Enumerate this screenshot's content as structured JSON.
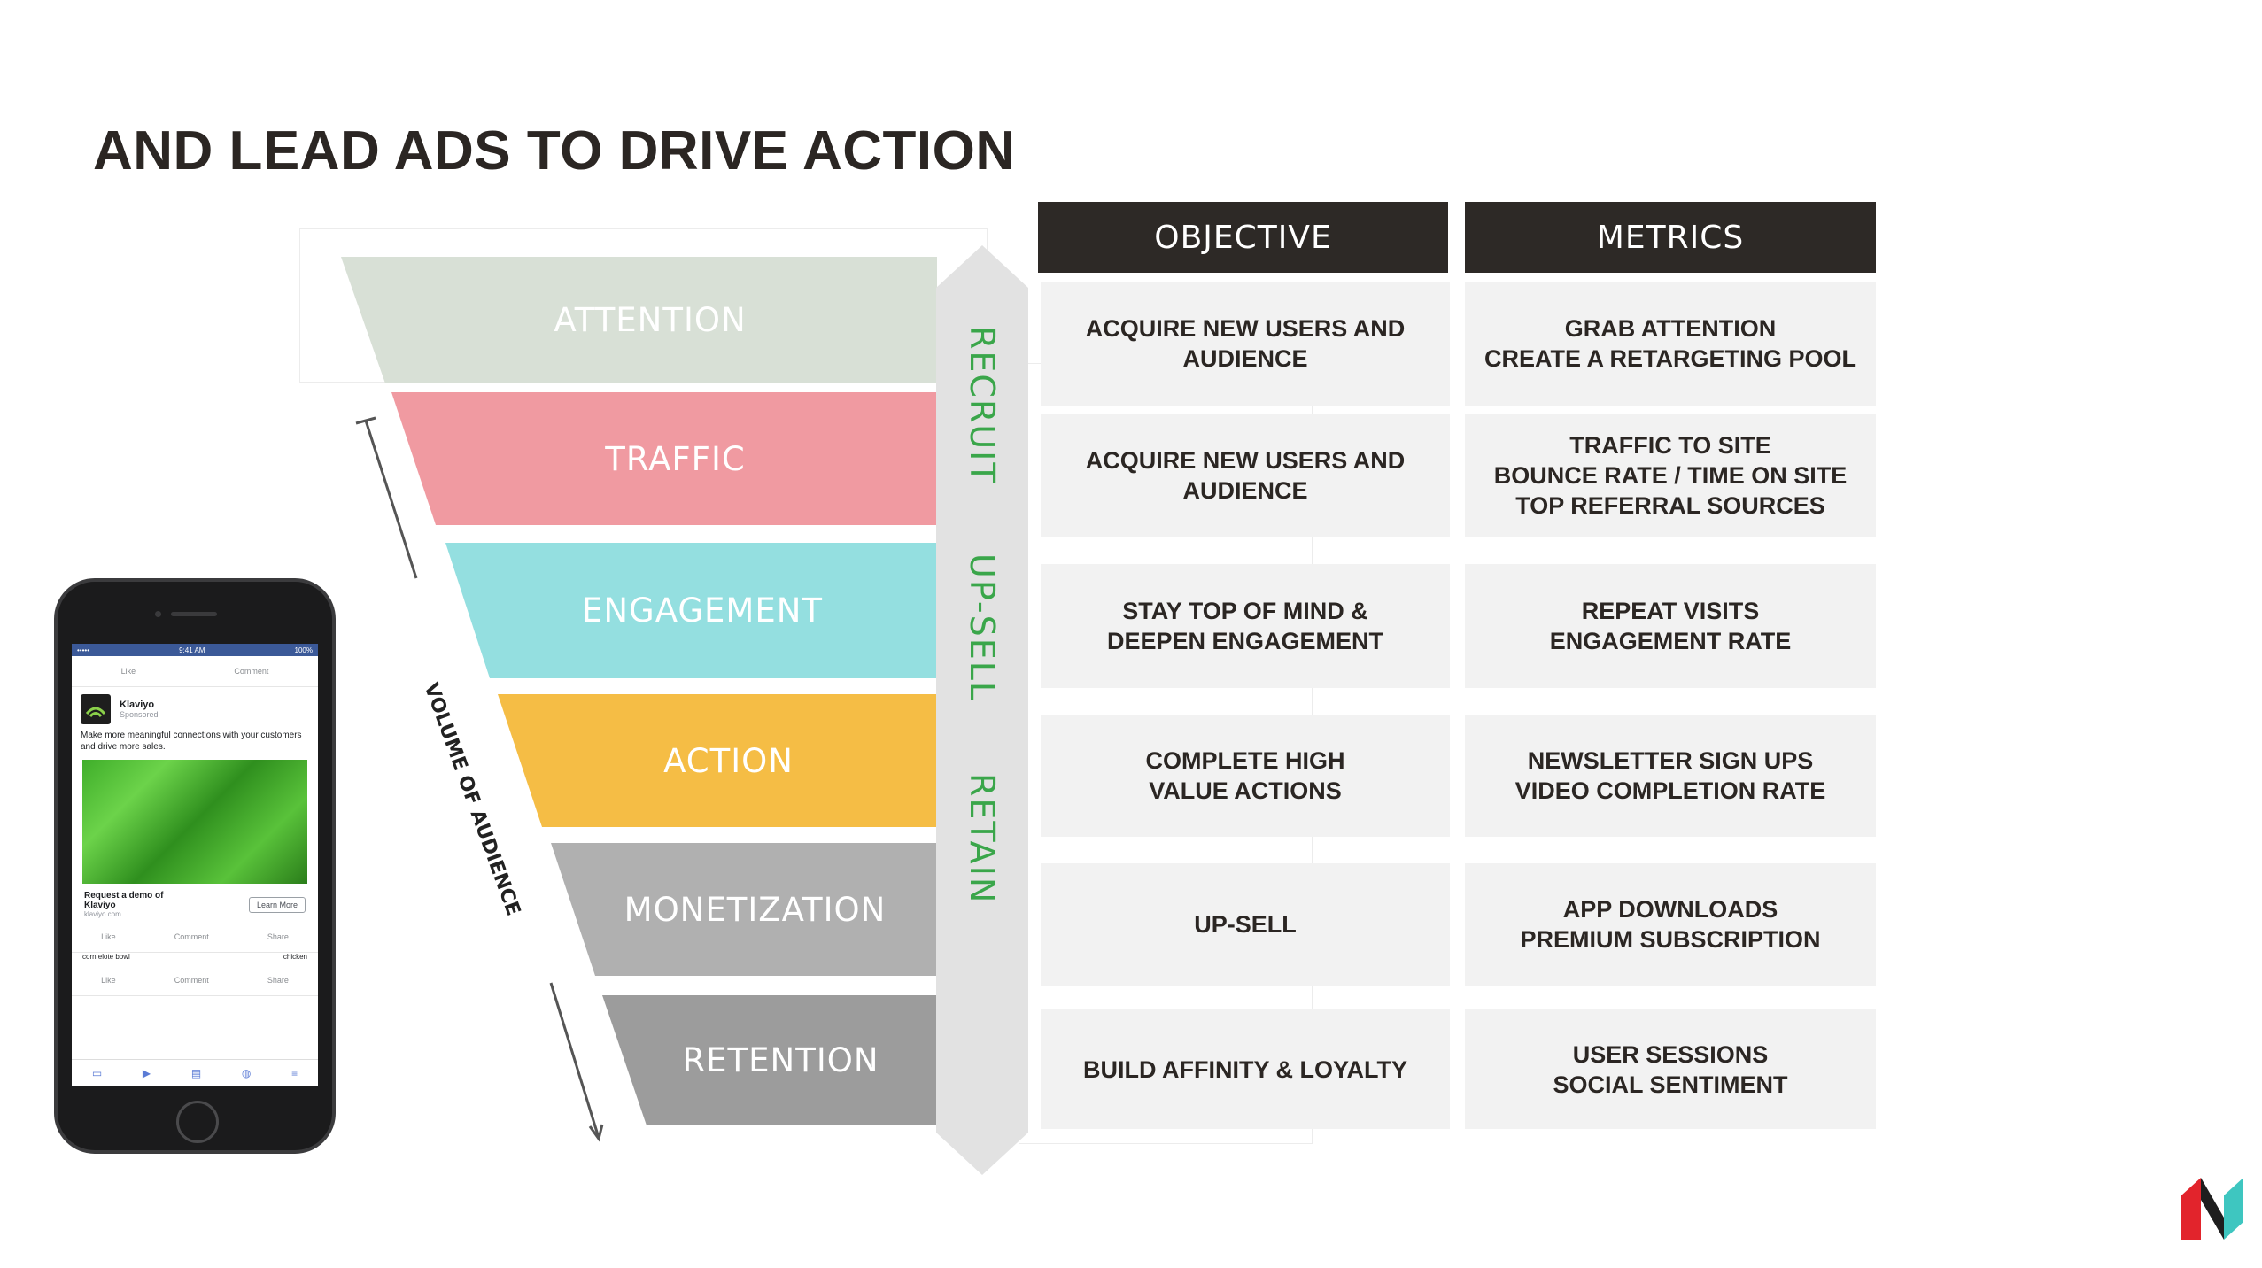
{
  "page": {
    "title": "AND LEAD ADS TO DRIVE ACTION"
  },
  "funnel": {
    "stages": [
      {
        "label": "ATTENTION",
        "color": "#d8e0d6"
      },
      {
        "label": "TRAFFIC",
        "color": "#f09aa1"
      },
      {
        "label": "ENGAGEMENT",
        "color": "#94dfe0"
      },
      {
        "label": "ACTION",
        "color": "#f5bd45"
      },
      {
        "label": "MONETIZATION",
        "color": "#b0b0b0"
      },
      {
        "label": "RETENTION",
        "color": "#9c9c9c"
      }
    ],
    "side_labels": [
      "RECRUIT",
      "UP-SELL",
      "RETAIN"
    ],
    "side_label_color": "#3aa64a",
    "volume_label": "VOLUME OF AUDIENCE"
  },
  "table": {
    "headers": {
      "objective": "OBJECTIVE",
      "metrics": "METRICS"
    },
    "rows": [
      {
        "objective": [
          "ACQUIRE NEW USERS AND",
          "AUDIENCE"
        ],
        "metrics": [
          "GRAB ATTENTION",
          "CREATE A RETARGETING POOL"
        ]
      },
      {
        "objective": [
          "ACQUIRE NEW USERS AND",
          "AUDIENCE"
        ],
        "metrics": [
          "TRAFFIC TO SITE",
          "BOUNCE RATE / TIME ON SITE",
          "TOP REFERRAL SOURCES"
        ]
      },
      {
        "objective": [
          "STAY TOP OF MIND &",
          "DEEPEN ENGAGEMENT"
        ],
        "metrics": [
          "REPEAT VISITS",
          "ENGAGEMENT RATE"
        ]
      },
      {
        "objective": [
          "COMPLETE HIGH",
          "VALUE ACTIONS"
        ],
        "metrics": [
          "NEWSLETTER SIGN UPS",
          "VIDEO COMPLETION RATE"
        ]
      },
      {
        "objective": [
          "UP-SELL"
        ],
        "metrics": [
          "APP DOWNLOADS",
          "PREMIUM SUBSCRIPTION"
        ]
      },
      {
        "objective": [
          "BUILD AFFINITY & LOYALTY"
        ],
        "metrics": [
          "USER SESSIONS",
          "SOCIAL SENTIMENT"
        ]
      }
    ]
  },
  "phone": {
    "status_time": "9:41 AM",
    "status_carrier": "•••••",
    "status_battery": "100%",
    "top_actions": [
      "Like",
      "Comment"
    ],
    "advertiser": "Klaviyo",
    "sponsored": "Sponsored",
    "post_text": "Make more meaningful connections with your customers and drive more sales.",
    "cta_text": "Request a demo of Klaviyo",
    "cta_url": "klaviyo.com",
    "cta_button": "Learn More",
    "actions": [
      "Like",
      "Comment",
      "Share"
    ],
    "next_post_left": "corn elote bowl",
    "next_post_right": "chicken"
  },
  "colors": {
    "header_bg": "#2d2926",
    "cell_bg": "#f2f2f2",
    "title": "#2b2623"
  }
}
